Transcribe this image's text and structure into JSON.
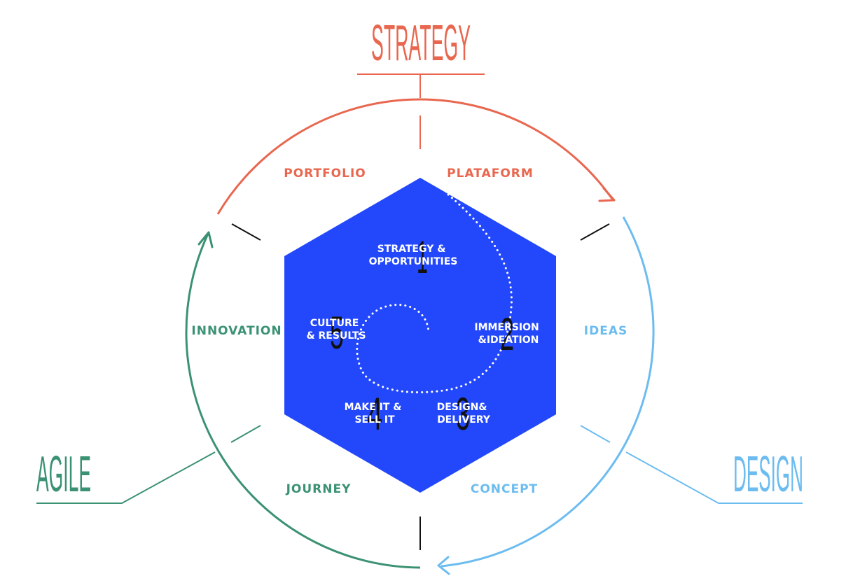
{
  "colors": {
    "strategy": "#e9674f",
    "design": "#6cbcf0",
    "agile": "#3b9272",
    "hexagon": "#2348fc",
    "dark": "#111111",
    "white": "#ffffff"
  },
  "headings": {
    "strategy": "STRATEGY",
    "design": "DESIGN",
    "agile": "AGILE"
  },
  "segments": {
    "portfolio": "PORTFOLIO",
    "plataform": "PLATAFORM",
    "ideas": "IDEAS",
    "concept": "CONCEPT",
    "journey": "JOURNEY",
    "innovation": "INNOVATION"
  },
  "stages": [
    {
      "number": "1",
      "line1": "STRATEGY &",
      "line2": "OPPORTUNITIES"
    },
    {
      "number": "2",
      "line1": "IMMERSION",
      "line2": "&IDEATION"
    },
    {
      "number": "3",
      "line1": "DESIGN&",
      "line2": "DELIVERY"
    },
    {
      "number": "4",
      "line1": "MAKE IT &",
      "line2": "SELL IT"
    },
    {
      "number": "5",
      "line1": "CULTURE",
      "line2": "& RESULTS"
    }
  ]
}
